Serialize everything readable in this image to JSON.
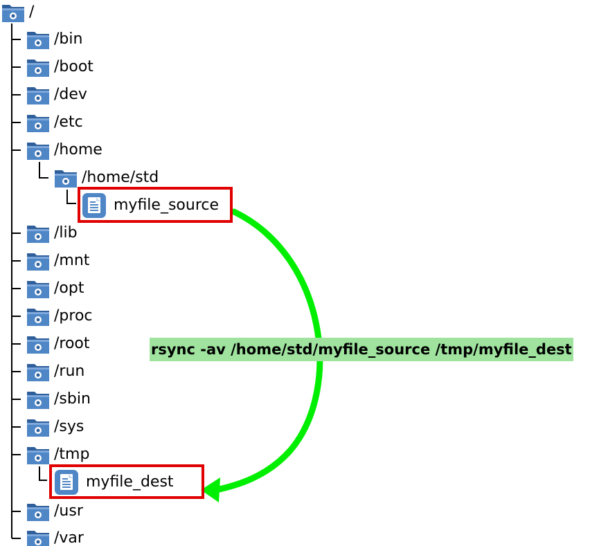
{
  "tree": {
    "root": {
      "label": "/"
    },
    "items": [
      {
        "label": "/bin"
      },
      {
        "label": "/boot"
      },
      {
        "label": "/dev"
      },
      {
        "label": "/etc"
      },
      {
        "label": "/home"
      },
      {
        "label": "/home/std"
      },
      {
        "label": "myfile_source"
      },
      {
        "label": "/lib"
      },
      {
        "label": "/mnt"
      },
      {
        "label": "/opt"
      },
      {
        "label": "/proc"
      },
      {
        "label": "/root"
      },
      {
        "label": "/run"
      },
      {
        "label": "/sbin"
      },
      {
        "label": "/sys"
      },
      {
        "label": "/tmp"
      },
      {
        "label": "myfile_dest"
      },
      {
        "label": "/usr"
      },
      {
        "label": "/var"
      }
    ]
  },
  "command": {
    "text": "rsync -av /home/std/myfile_source /tmp/myfile_dest"
  },
  "colors": {
    "folder": "#4f86c6",
    "folder_dark": "#2f5f9a",
    "arrow": "#00ee00",
    "highlight": "#e00000",
    "command_bg": "#9fe39f"
  },
  "icons": {
    "folder": "folder-icon",
    "file": "document-icon",
    "arrow": "arrow-icon"
  }
}
